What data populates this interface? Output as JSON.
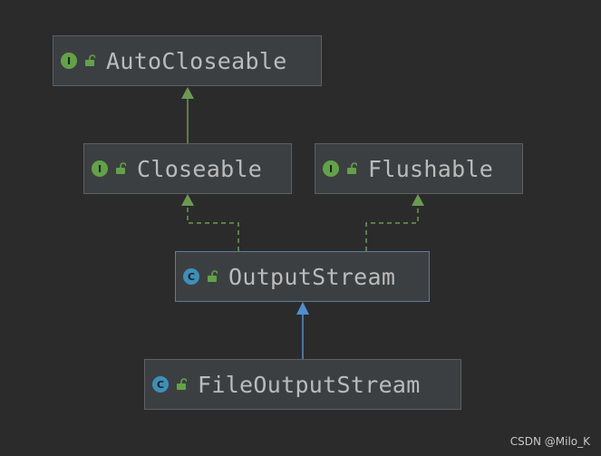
{
  "colors": {
    "background": "#2b2b2b",
    "node_fill": "#3c3f41",
    "extends_edge": "#6a9a4f",
    "implements_edge": "#6a9a4f",
    "class_extends_edge": "#4f8fd0",
    "interface_badge": "#62a247",
    "class_badge": "#3d8fb8"
  },
  "nodes": [
    {
      "id": "autocloseable",
      "label": "AutoCloseable",
      "kind": "interface",
      "badge": "I",
      "icon": "unlock-icon"
    },
    {
      "id": "closeable",
      "label": "Closeable",
      "kind": "interface",
      "badge": "I",
      "icon": "unlock-icon"
    },
    {
      "id": "flushable",
      "label": "Flushable",
      "kind": "interface",
      "badge": "I",
      "icon": "unlock-icon"
    },
    {
      "id": "outputstream",
      "label": "OutputStream",
      "kind": "class",
      "badge": "C",
      "icon": "unlock-icon",
      "selected": true
    },
    {
      "id": "fileoutputstream",
      "label": "FileOutputStream",
      "kind": "class",
      "badge": "C",
      "icon": "unlock-icon"
    }
  ],
  "edges": [
    {
      "from": "closeable",
      "to": "autocloseable",
      "style": "solid",
      "relation": "extends"
    },
    {
      "from": "outputstream",
      "to": "closeable",
      "style": "dashed",
      "relation": "implements"
    },
    {
      "from": "outputstream",
      "to": "flushable",
      "style": "dashed",
      "relation": "implements"
    },
    {
      "from": "fileoutputstream",
      "to": "outputstream",
      "style": "solid",
      "relation": "extends"
    }
  ],
  "watermark": "CSDN @Milo_K"
}
